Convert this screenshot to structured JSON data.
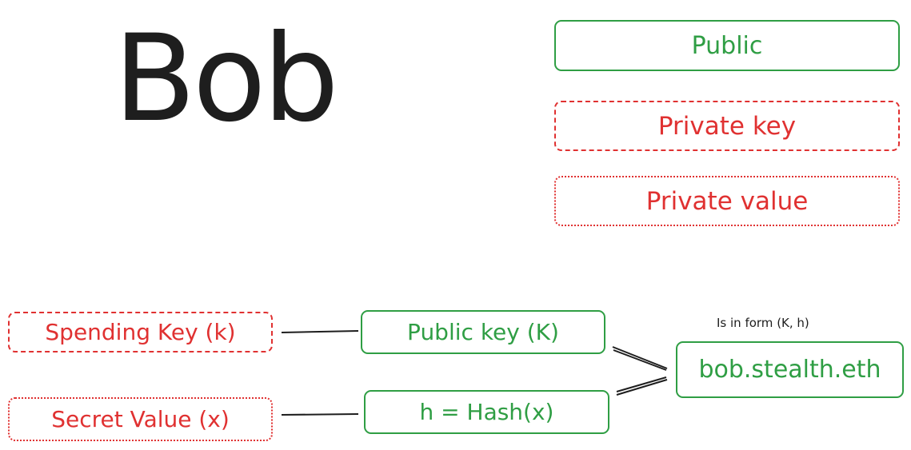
{
  "title": "Bob",
  "legend": {
    "public": "Public",
    "private_key": "Private key",
    "private_value": "Private value"
  },
  "nodes": {
    "spending_key": "Spending Key (k)",
    "secret_value": "Secret Value (x)",
    "public_key": "Public key (K)",
    "hash": "h = Hash(x)",
    "stealth": "bob.stealth.eth"
  },
  "note": "Is in form (K, h)",
  "colors": {
    "public": "#2f9e44",
    "private": "#e03131",
    "text": "#1e1e1e"
  }
}
